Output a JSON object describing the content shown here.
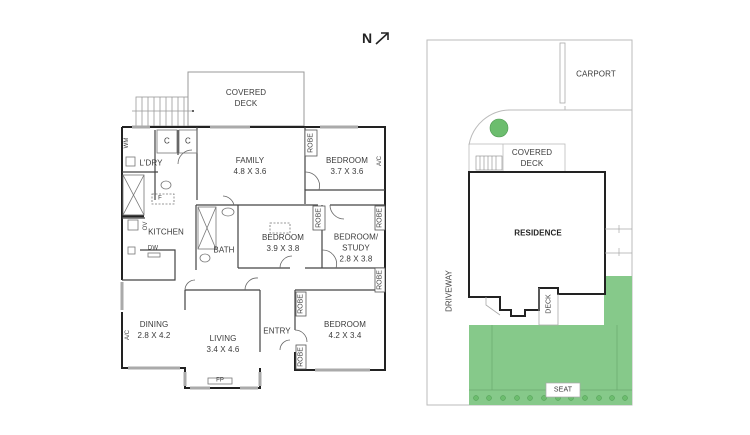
{
  "compass": {
    "label": "N",
    "direction": "north-east arrow"
  },
  "floor_plan": {
    "rooms": [
      {
        "id": "covered-deck",
        "name": "COVERED\nDECK",
        "line1": "COVERED",
        "line2": "DECK"
      },
      {
        "id": "family",
        "name": "FAMILY",
        "dims": "4.8 X 3.6"
      },
      {
        "id": "bedroom-1",
        "name": "BEDROOM",
        "dims": "3.7 X 3.6"
      },
      {
        "id": "laundry",
        "name": "L'DRY"
      },
      {
        "id": "kitchen",
        "name": "KITCHEN"
      },
      {
        "id": "bath",
        "name": "BATH"
      },
      {
        "id": "bedroom-2",
        "name": "BEDROOM",
        "dims": "3.9 X 3.8"
      },
      {
        "id": "bedroom-study",
        "name": "BEDROOM/",
        "name2": "STUDY",
        "dims": "2.8 X 3.8"
      },
      {
        "id": "dining",
        "name": "DINING",
        "dims": "2.8 X 4.2"
      },
      {
        "id": "living",
        "name": "LIVING",
        "dims": "3.4 X 4.6"
      },
      {
        "id": "entry",
        "name": "ENTRY"
      },
      {
        "id": "bedroom-3",
        "name": "BEDROOM",
        "dims": "4.2 X 3.4"
      }
    ],
    "fixtures": {
      "robe": "ROBE",
      "ac": "A/C",
      "wm": "WM",
      "cupboard": "C",
      "fridge": "F",
      "oven": "OV",
      "dishwasher": "DW",
      "fireplace": "FP"
    }
  },
  "site_plan": {
    "carport": "CARPORT",
    "covered_deck_line1": "COVERED",
    "covered_deck_line2": "DECK",
    "residence": "RESIDENCE",
    "driveway": "DRIVEWAY",
    "deck": "DECK",
    "seat": "SEAT",
    "colors": {
      "lawn": "#86c98a",
      "tree": "#6cbd6e",
      "walls": "#222222",
      "boundary": "#bbbbbb"
    }
  }
}
